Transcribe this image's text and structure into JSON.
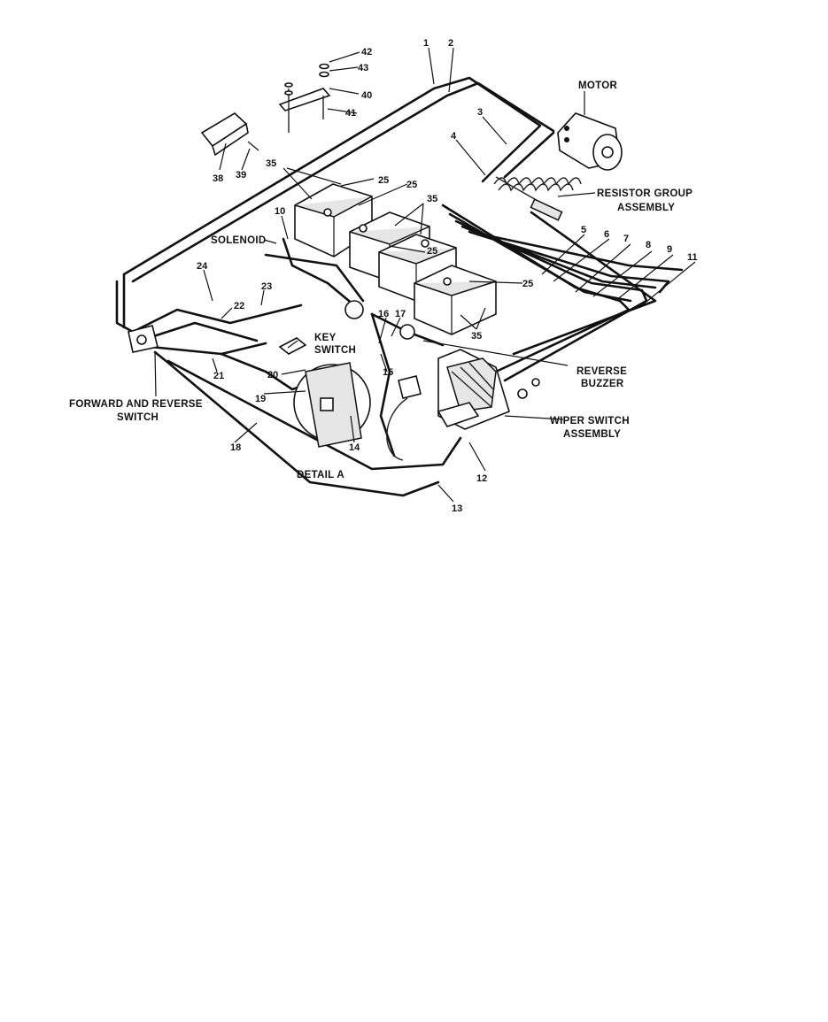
{
  "labels": {
    "motor": "MOTOR",
    "resistor_1": "RESISTOR GROUP",
    "resistor_2": "ASSEMBLY",
    "solenoid": "SOLENOID",
    "key_1": "KEY",
    "key_2": "SWITCH",
    "reverse_1": "REVERSE",
    "reverse_2": "BUZZER",
    "wiper_1": "WIPER SWITCH",
    "wiper_2": "ASSEMBLY",
    "fr_1": "FORWARD AND REVERSE",
    "fr_2": "SWITCH",
    "detail": "DETAIL A"
  },
  "callouts": {
    "n1": "1",
    "n2": "2",
    "n3": "3",
    "n4": "4",
    "n5": "5",
    "n6": "6",
    "n7": "7",
    "n8": "8",
    "n9": "9",
    "n10": "10",
    "n11": "11",
    "n12": "12",
    "n13": "13",
    "n14": "14",
    "n15": "15",
    "n16": "16",
    "n17": "17",
    "n18": "18",
    "n19": "19",
    "n20": "20",
    "n21": "21",
    "n22": "22",
    "n23": "23",
    "n24": "24",
    "n25a": "25",
    "n25b": "25",
    "n25c": "25",
    "n25d": "25",
    "n35a": "35",
    "n35b": "35",
    "n35c": "35",
    "n38": "38",
    "n39": "39",
    "n40": "40",
    "n41": "41",
    "n42": "42",
    "n43": "43"
  }
}
